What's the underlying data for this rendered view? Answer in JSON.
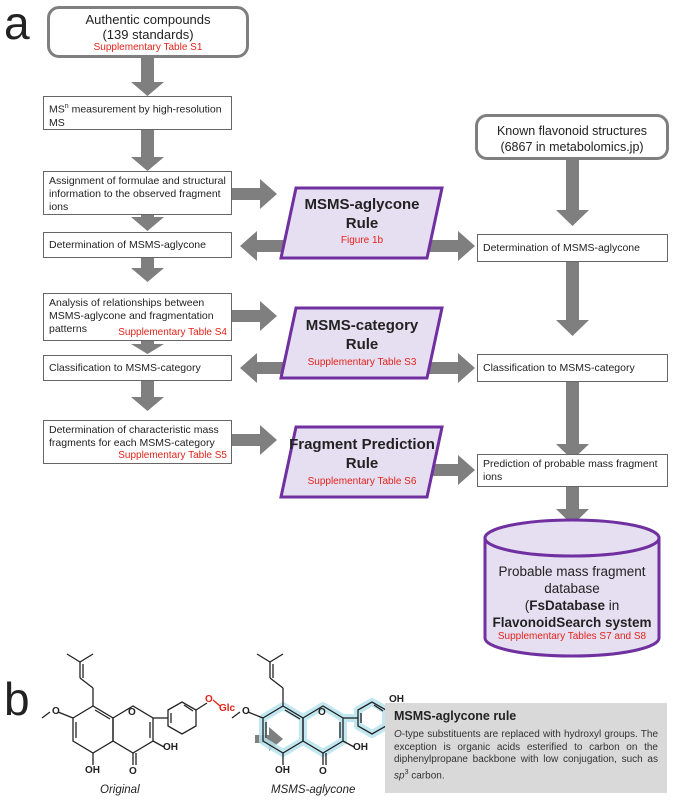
{
  "panel_a": {
    "letter": "a",
    "authentic": {
      "line1": "Authentic compounds",
      "line2": "(139 standards)",
      "ref": "Supplementary Table S1"
    },
    "step_msn": {
      "sup": "n",
      "prefix": "MS",
      "text": " measurement by high-resolution MS"
    },
    "step_assign": "Assignment of formulae and structural information to the observed fragment ions",
    "step_det_left": "Determination of MSMS-aglycone",
    "step_analysis": {
      "text": "Analysis of relationships between MSMS-aglycone and fragmentation patterns",
      "ref": "Supplementary Table S4"
    },
    "step_class_left": "Classification to MSMS-category",
    "step_charmass": {
      "text": "Determination of characteristic mass fragments for each MSMS-category",
      "ref": "Supplementary Table S5"
    },
    "known": {
      "line1": "Known flavonoid structures",
      "line2": "(6867 in metabolomics.jp)"
    },
    "step_det_right": "Determination of MSMS-aglycone",
    "step_class_right": "Classification to MSMS-category",
    "step_predict": "Prediction of probable mass fragment ions",
    "rule1": {
      "title1": "MSMS-aglycone",
      "title2": "Rule",
      "ref": "Figure 1b"
    },
    "rule2": {
      "title1": "MSMS-category",
      "title2": "Rule",
      "ref": "Supplementary Table S3"
    },
    "rule3": {
      "title1": "Fragment Prediction",
      "title2": "Rule",
      "ref": "Supplementary Table S6"
    },
    "database": {
      "line1": "Probable mass fragment",
      "line2": "database",
      "line3_pre": "(",
      "line3_bold": "FsDatabase",
      "line3_post": " in",
      "line4": "FlavonoidSearch system",
      "ref": "Supplementary Tables S7 and S8"
    }
  },
  "panel_b": {
    "letter": "b",
    "original_label": "Original",
    "aglycone_label": "MSMS-aglycone",
    "atoms": {
      "O": "O",
      "OH": "OH",
      "Glc": "Glc"
    },
    "note": {
      "title": "MSMS-aglycone rule",
      "italic_O": "O",
      "body1": "-type substituents are replaced with hydroxyl groups. The exception is organic acids esterified to carbon on the diphenylpropane backbone with low conjugation, such as ",
      "italic_sp": "sp",
      "sup3": "3",
      "body2": " carbon."
    }
  },
  "colors": {
    "arrow": "#7f7f7f",
    "rule_border": "#7030a0",
    "rule_fill": "#e6dff2",
    "red": "#e2231a",
    "aglycone_glow": "#b7e3ee"
  }
}
